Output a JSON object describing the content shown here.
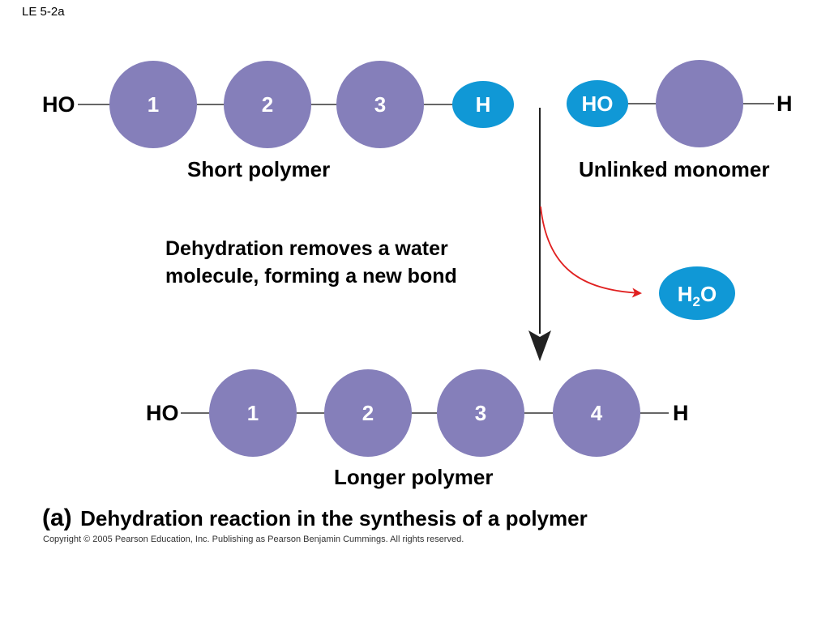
{
  "slide_label": "LE 5-2a",
  "colors": {
    "monomer": "#857fba",
    "end_group": "#1098d6",
    "arrow_black": "#222222",
    "arrow_red": "#e02020"
  },
  "short_polymer": {
    "left_end": "HO",
    "monomers": [
      "1",
      "2",
      "3"
    ],
    "right_end": "H",
    "label": "Short polymer"
  },
  "unlinked_monomer": {
    "left_end": "HO",
    "right_end": "H",
    "label": "Unlinked monomer"
  },
  "reaction": {
    "description_line1": "Dehydration removes a water",
    "description_line2": "molecule, forming a new bond",
    "water_H": "H",
    "water_sub": "2",
    "water_O": "O"
  },
  "longer_polymer": {
    "left_end": "HO",
    "monomers": [
      "1",
      "2",
      "3",
      "4"
    ],
    "right_end": "H",
    "label": "Longer polymer"
  },
  "caption": {
    "letter": "(a)",
    "text": "Dehydration reaction in the synthesis of a polymer"
  },
  "copyright": "Copyright © 2005 Pearson Education, Inc. Publishing as Pearson Benjamin Cummings. All rights reserved."
}
